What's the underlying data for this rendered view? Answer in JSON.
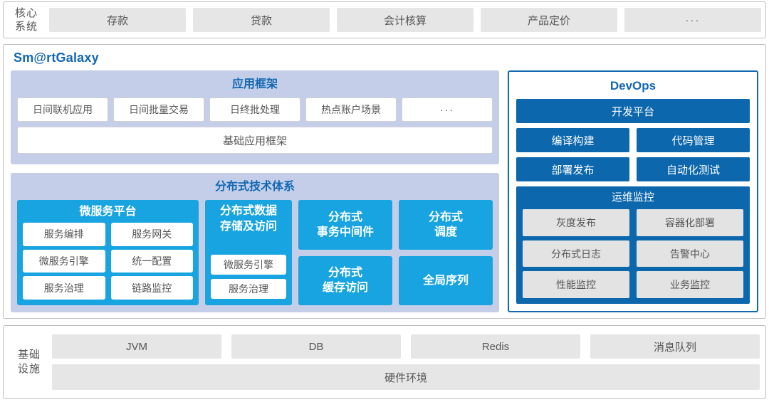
{
  "core_system": {
    "label": "核心\n系统",
    "label_line1": "核心",
    "label_line2": "系统",
    "items": [
      {
        "label": "存款"
      },
      {
        "label": "贷款"
      },
      {
        "label": "会计核算"
      },
      {
        "label": "产品定价"
      },
      {
        "label": "···"
      }
    ]
  },
  "galaxy": {
    "title": "Sm@rtGalaxy",
    "app_framework": {
      "title": "应用框架",
      "chips": [
        {
          "label": "日间联机应用"
        },
        {
          "label": "日间批量交易"
        },
        {
          "label": "日终批处理"
        },
        {
          "label": "热点账户场景"
        },
        {
          "label": "···"
        }
      ],
      "base_label": "基础应用框架"
    },
    "distributed": {
      "title": "分布式技术体系",
      "microservice_platform": {
        "title": "微服务平台",
        "items": [
          "服务编排",
          "服务网关",
          "微服务引擎",
          "统一配置",
          "服务治理",
          "链路监控"
        ]
      },
      "data_storage": {
        "title_line1": "分布式数据",
        "title_line2": "存储及访问",
        "items": [
          "微服务引擎",
          "服务治理"
        ]
      },
      "cells": [
        {
          "line1": "分布式",
          "line2": "事务中间件"
        },
        {
          "line1": "分布式",
          "line2": "调度"
        },
        {
          "line1": "分布式",
          "line2": "缓存访问"
        },
        {
          "line1": "全局序列",
          "line2": ""
        }
      ]
    }
  },
  "devops": {
    "title": "DevOps",
    "platform_label": "开发平台",
    "rows": [
      [
        "编译构建",
        "代码管理"
      ],
      [
        "部署发布",
        "自动化测试"
      ]
    ],
    "ops_monitor": {
      "title": "运维监控",
      "rows": [
        [
          "灰度发布",
          "容器化部署"
        ],
        [
          "分布式日志",
          "告警中心"
        ],
        [
          "性能监控",
          "业务监控"
        ]
      ]
    }
  },
  "infrastructure": {
    "label_line1": "基础",
    "label_line2": "设施",
    "items": [
      {
        "label": "JVM"
      },
      {
        "label": "DB"
      },
      {
        "label": "Redis"
      },
      {
        "label": "消息队列"
      }
    ],
    "hardware_label": "硬件环境"
  },
  "colors": {
    "accent_blue": "#1268b3",
    "cyan": "#18a4e0",
    "dark_blue": "#0c67ad",
    "lavender": "#c4cee9",
    "gray_chip": "#e6e6e6",
    "border_gray": "#bfbfbf"
  }
}
